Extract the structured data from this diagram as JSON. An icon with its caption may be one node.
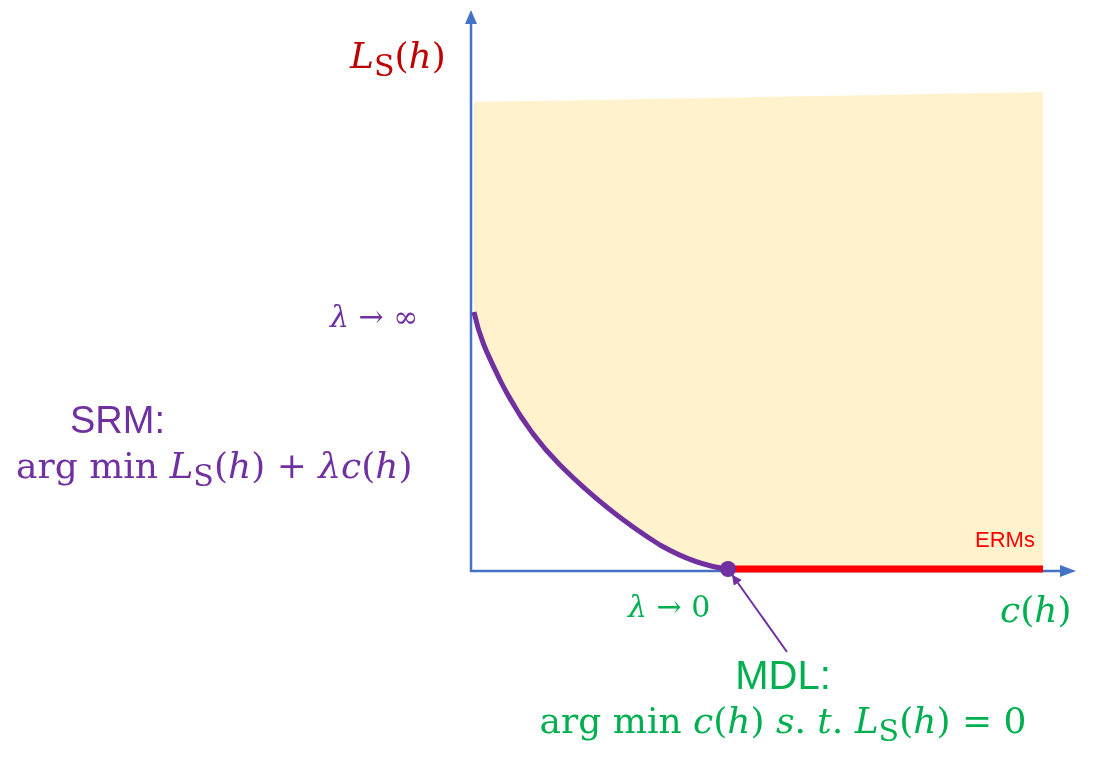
{
  "diagram": {
    "nodes": [
      {
        "text": [
          "MDL:",
          "arg min *c*(*h*)  *s*. *t*. *L*$_{S}$(*h*) = 0"
        ]
      },
      {
        "text": [],
        "shape": "circle"
      }
    ],
    "edges": [
      {
        "from": 0,
        "to": 1,
        "arrow": "to"
      }
    ],
    "labels": [
      "*L*$_{S}$(*h*)",
      "*λ* → ∞",
      "SRM:",
      "arg min *L*$_{S}$(*h*) + *λc*(*h*)",
      "ERMs",
      "*λ* → 0",
      "*c*(*h*)"
    ]
  }
}
